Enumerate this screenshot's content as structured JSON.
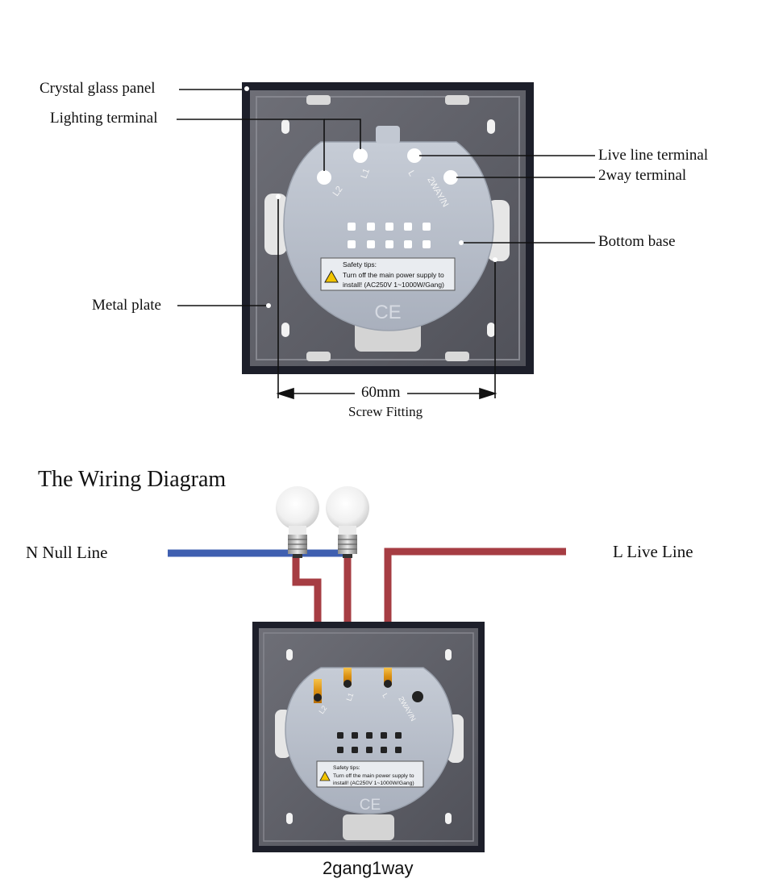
{
  "top_labels": {
    "crystal_glass_panel": "Crystal glass panel",
    "lighting_terminal": "Lighting terminal",
    "live_line_terminal": "Live line terminal",
    "twoway_terminal": "2way terminal",
    "bottom_base": "Bottom base",
    "metal_plate": "Metal plate",
    "dimension": "60mm",
    "screw_fitting": "Screw Fitting"
  },
  "terminal_marks": [
    "L2",
    "L1",
    "L",
    "2WAY/N"
  ],
  "safety_tips": {
    "heading": "Safety tips:",
    "line1": "Turn off the main power supply to",
    "line2": "install! (AC250V  1~1000W/Gang)",
    "line2_bottom": "install! (AC250V  1~1000W/Gang)"
  },
  "ce_mark": "CE",
  "wiring": {
    "title": "The Wiring Diagram",
    "null_line": "N Null Line",
    "live_line": "L Live Line",
    "caption": "2gang1way"
  },
  "colors": {
    "neutral_wire": "#3f5fb0",
    "live_wire": "#a63d43",
    "copper": "#e8a420",
    "frame": "#5e5f66",
    "base": "#b8bfcc"
  }
}
